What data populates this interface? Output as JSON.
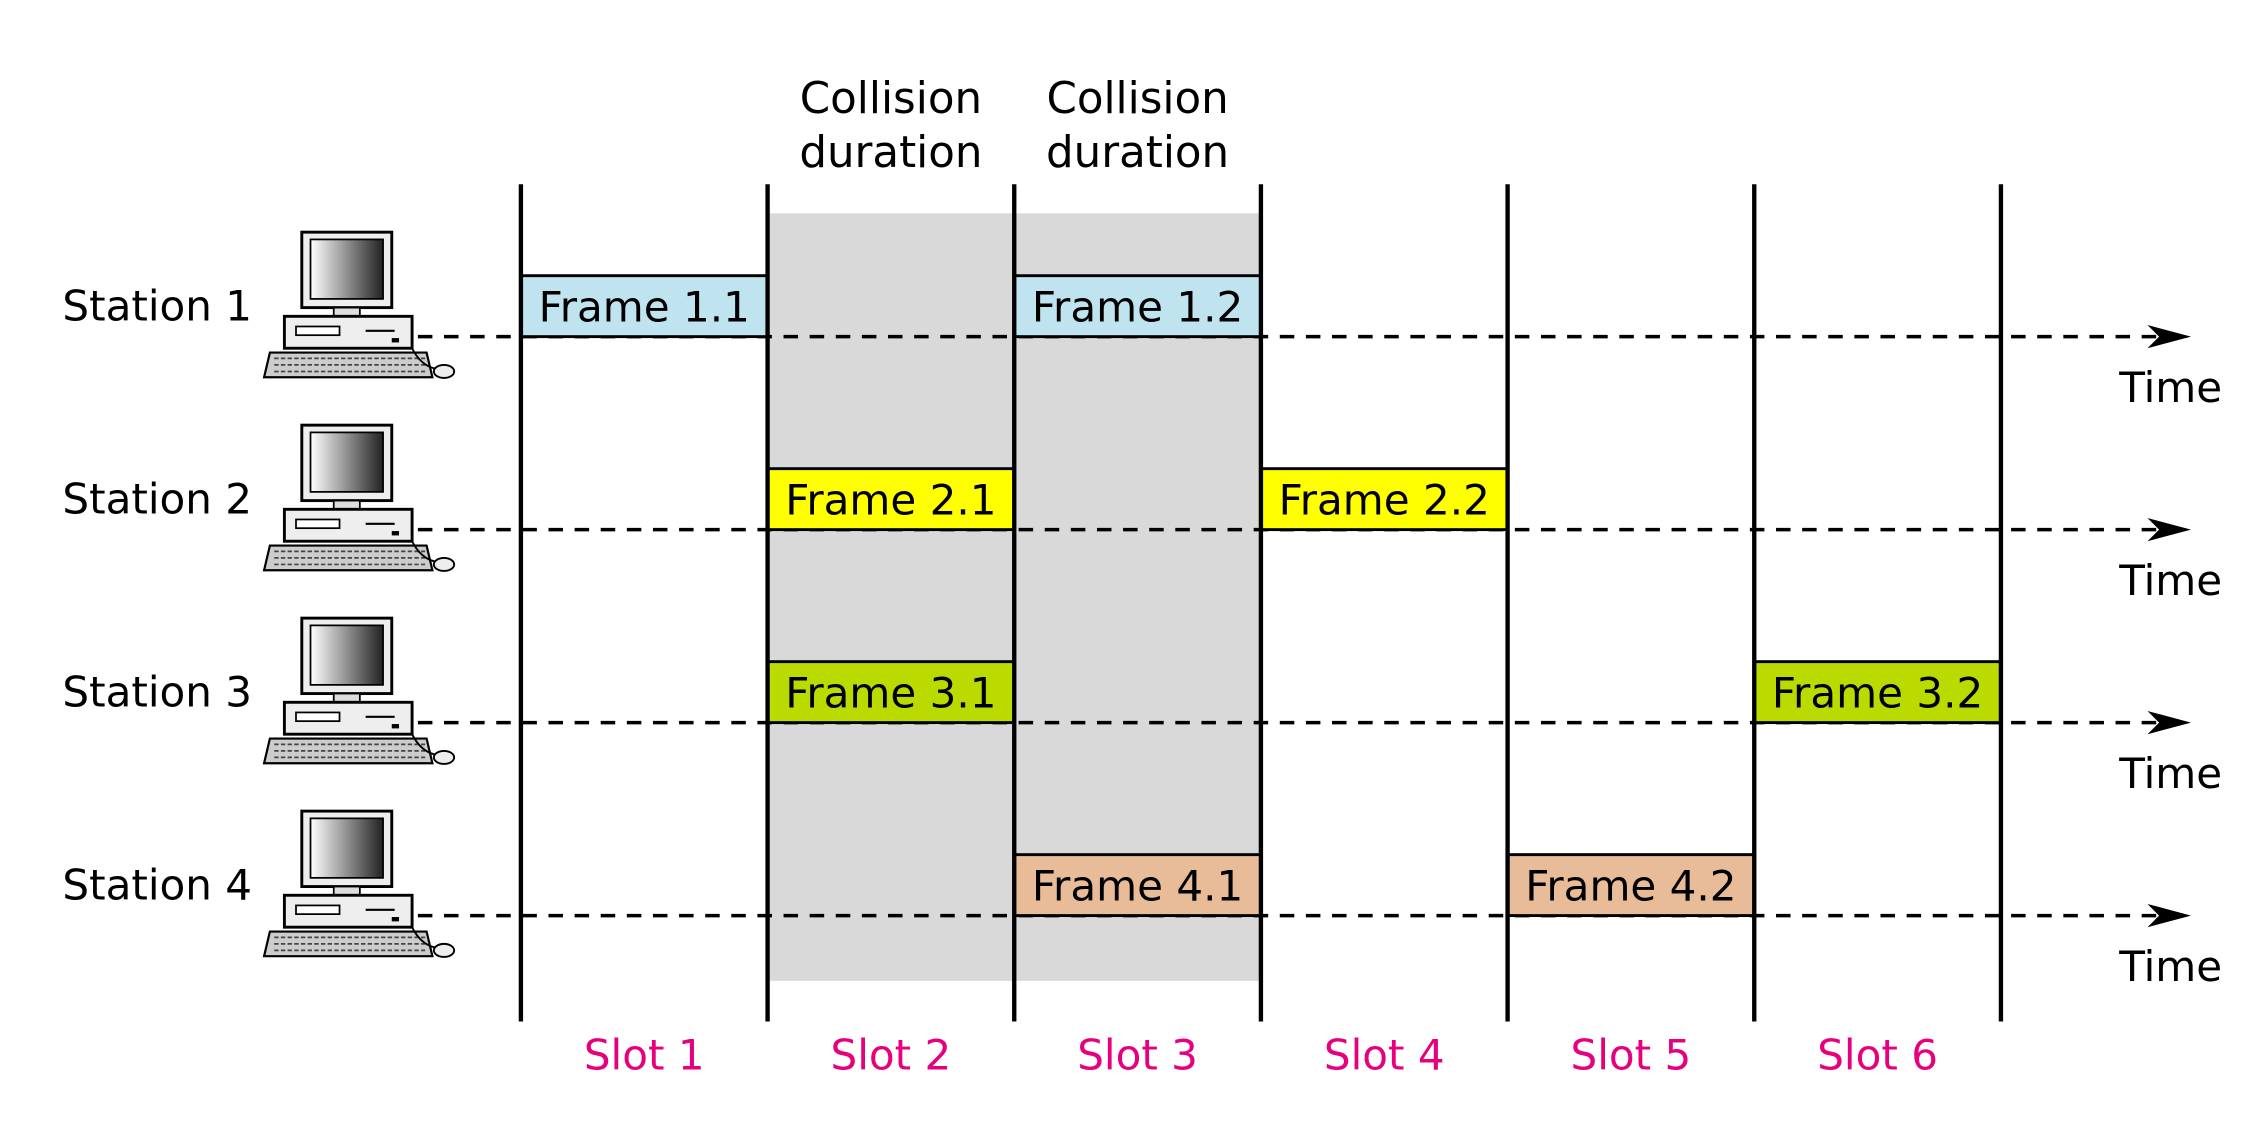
{
  "collision_labels": [
    {
      "line1": "Collision",
      "line2": "duration"
    },
    {
      "line1": "Collision",
      "line2": "duration"
    }
  ],
  "stations": [
    {
      "label": "Station 1",
      "time_label": "Time"
    },
    {
      "label": "Station 2",
      "time_label": "Time"
    },
    {
      "label": "Station 3",
      "time_label": "Time"
    },
    {
      "label": "Station 4",
      "time_label": "Time"
    }
  ],
  "frames": [
    {
      "label": "Frame 1.1",
      "station": 1,
      "slot": 1,
      "color": "#bfe4ef"
    },
    {
      "label": "Frame 1.2",
      "station": 1,
      "slot": 3,
      "color": "#bfe4ef"
    },
    {
      "label": "Frame 2.1",
      "station": 2,
      "slot": 2,
      "color": "#ffff00"
    },
    {
      "label": "Frame 2.2",
      "station": 2,
      "slot": 4,
      "color": "#ffff00"
    },
    {
      "label": "Frame 3.1",
      "station": 3,
      "slot": 2,
      "color": "#bbdb00"
    },
    {
      "label": "Frame 3.2",
      "station": 3,
      "slot": 6,
      "color": "#bbdb00"
    },
    {
      "label": "Frame 4.1",
      "station": 4,
      "slot": 3,
      "color": "#e8bc98"
    },
    {
      "label": "Frame 4.2",
      "station": 4,
      "slot": 5,
      "color": "#e8bc98"
    }
  ],
  "slots": [
    "Slot 1",
    "Slot 2",
    "Slot 3",
    "Slot 4",
    "Slot 5",
    "Slot 6"
  ],
  "collision_slots": [
    2,
    3
  ],
  "colors": {
    "slot_label": "#e6007e",
    "collision_shade": "#d9d9d9",
    "line": "#000000"
  }
}
